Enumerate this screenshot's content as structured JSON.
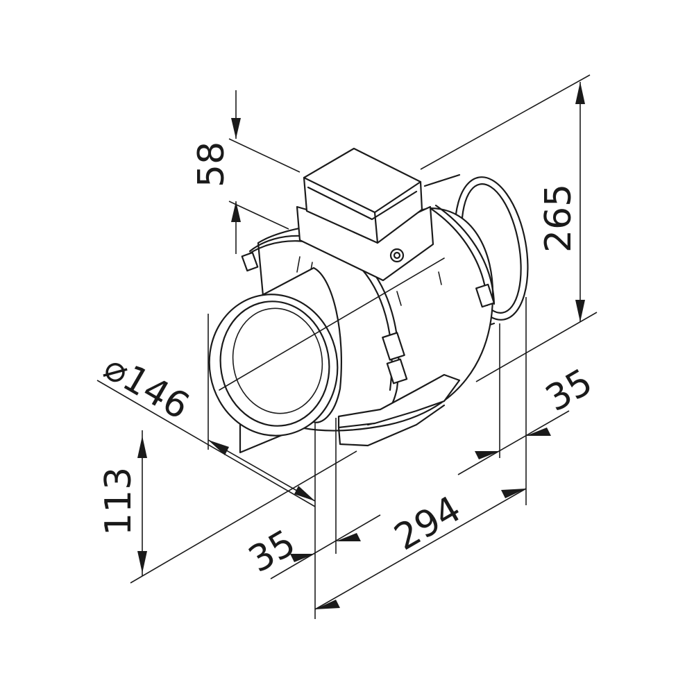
{
  "dimensions": {
    "box_height": "58",
    "overall_height": "265",
    "diameter_symbol": "⌀",
    "diameter": "146",
    "axis_height": "113",
    "spigot_front": "35",
    "spigot_rear": "35",
    "overall_length": "294"
  },
  "colors": {
    "line": "#1a1a1a",
    "background": "#ffffff"
  }
}
